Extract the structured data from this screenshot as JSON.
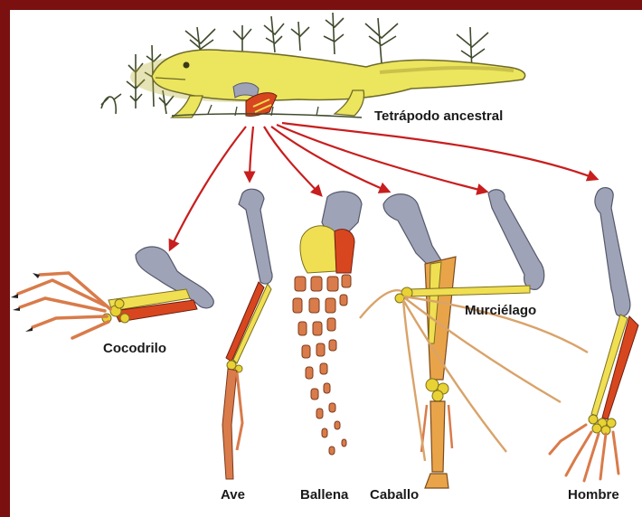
{
  "ancestor": {
    "label": "Tetrápodo ancestral"
  },
  "descendants": [
    {
      "id": "crocodile",
      "label": "Cocodrilo"
    },
    {
      "id": "bird",
      "label": "Ave"
    },
    {
      "id": "whale",
      "label": "Ballena"
    },
    {
      "id": "horse",
      "label": "Caballo"
    },
    {
      "id": "bat",
      "label": "Murciélago"
    },
    {
      "id": "human",
      "label": "Hombre"
    }
  ],
  "colors": {
    "frame": "#7a1010",
    "humerus": "#9ea3b8",
    "radius": "#f0df52",
    "ulna": "#d8461f",
    "carpals": "#e8d234",
    "digits": "#d97b4a",
    "arrow": "#c81e1e",
    "ancestor_body": "#ece55e"
  },
  "icons": [
    "ancestral-tetrapod-illustration",
    "crocodile-forelimb",
    "bird-wing",
    "whale-flipper",
    "horse-leg",
    "bat-wing",
    "human-arm"
  ]
}
